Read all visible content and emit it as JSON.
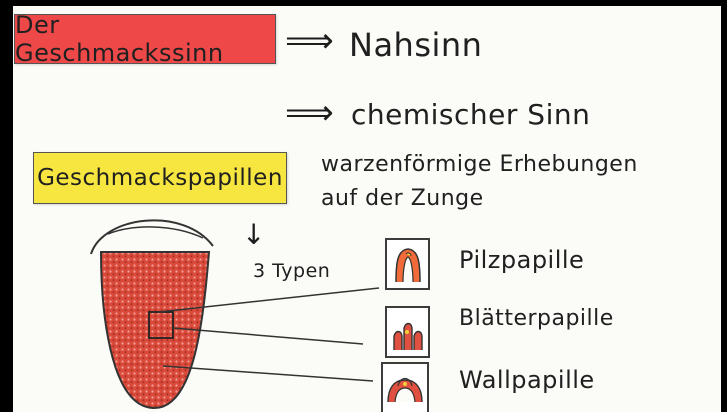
{
  "title": "Der Geschmackssinn",
  "arrow1": "⟹",
  "nahsinn": "Nahsinn",
  "arrow2": "⟹",
  "chemischer": "chemischer Sinn",
  "papillen_label": "Geschmackspapillen",
  "description_line1": "warzenförmige Erhebungen",
  "description_line2": "auf der Zunge",
  "down_arrow": "↓",
  "typen": "3 Typen",
  "types": [
    {
      "label": "Pilzpapille",
      "icon": "pilzpapille-icon"
    },
    {
      "label": "Blätterpapille",
      "icon": "blaetterpapille-icon"
    },
    {
      "label": "Wallpapille",
      "icon": "wallpapille-icon"
    }
  ],
  "colors": {
    "title_box": "#ef4848",
    "papillen_box": "#f7e63f",
    "tongue": "#d94a3a"
  }
}
